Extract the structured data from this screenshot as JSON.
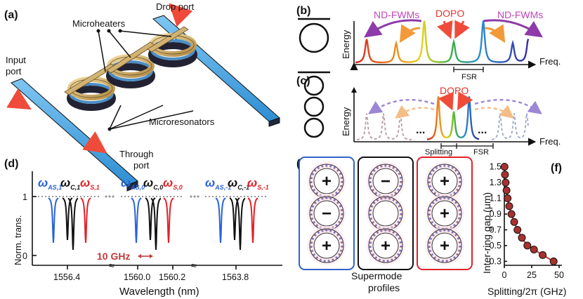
{
  "panels": {
    "a": {
      "label": "(a)",
      "drop_port": "Drop port",
      "microheaters": "Microheaters",
      "input_port": "Input\nport",
      "microresonators": "Microresonators",
      "through_port": "Through\nport"
    },
    "b": {
      "label": "(b)",
      "nd_fwm_left": "ND-FWMs",
      "nd_fwm_right": "ND-FWMs",
      "dopo": "DOPO",
      "energy": "Energy",
      "freq": "Freq.",
      "fsr": "FSR"
    },
    "c": {
      "label": "(c)",
      "dopo": "DOPO",
      "energy": "Energy",
      "freq": "Freq.",
      "splitting": "Splitting",
      "fsr": "FSR",
      "ellipsis": "..."
    },
    "d": {
      "label": "(d)",
      "ylabel": "Norm. trans.",
      "xlabel": "Wavelength (nm)",
      "yticks": [
        "1",
        "0"
      ],
      "xticks": [
        "1556.4",
        "1560.0",
        "1560.2",
        "1563.8"
      ],
      "scale_label": "10 GHz",
      "groups": [
        {
          "as": "ω",
          "as_sub": "AS,1",
          "c": "ω",
          "c_sub": "C,1",
          "s": "ω",
          "s_sub": "S,1"
        },
        {
          "as": "ω",
          "as_sub": "AS,0",
          "c": "ω",
          "c_sub": "C,0",
          "s": "ω",
          "s_sub": "S,0"
        },
        {
          "as": "ω",
          "as_sub": "AS,-1",
          "c": "ω",
          "c_sub": "C,-1",
          "s": "ω",
          "s_sub": "S,-1"
        }
      ],
      "colors": {
        "as": "#2a63d8",
        "c": "#111111",
        "s": "#e0222a"
      }
    },
    "e": {
      "label": "(e)",
      "caption": "Supermode\nprofiles",
      "modes": [
        {
          "border": "#2f63c8",
          "signs": [
            "+",
            "−",
            "+"
          ]
        },
        {
          "border": "#111111",
          "signs": [
            "−",
            "",
            "+"
          ]
        },
        {
          "border": "#e0222a",
          "signs": [
            "+",
            "+",
            "+"
          ]
        }
      ]
    },
    "f": {
      "label": "(f)",
      "ylabel": "Inter-ring gap (μm)",
      "xlabel": "Splitting/2π (GHz)",
      "yticks": [
        "1.5",
        "1.3",
        "1.1",
        "0.9",
        "0.7",
        "0.5",
        "0.3"
      ],
      "xticks": [
        "0",
        "25",
        "50"
      ]
    }
  },
  "chart_data": {
    "type": "scatter",
    "xlabel": "Splitting/2π (GHz)",
    "ylabel": "Inter-ring gap (μm)",
    "xlim": [
      0,
      50
    ],
    "ylim": [
      0.25,
      1.55
    ],
    "x": [
      0.2,
      0.6,
      1.2,
      2.0,
      3.0,
      4.5,
      6.5,
      9.0,
      12.0,
      16.0,
      21.0,
      27.0,
      35.0,
      45.0
    ],
    "y": [
      1.5,
      1.4,
      1.3,
      1.2,
      1.1,
      1.0,
      0.9,
      0.8,
      0.7,
      0.6,
      0.5,
      0.45,
      0.38,
      0.3
    ],
    "marker_color": "#a8322e"
  }
}
